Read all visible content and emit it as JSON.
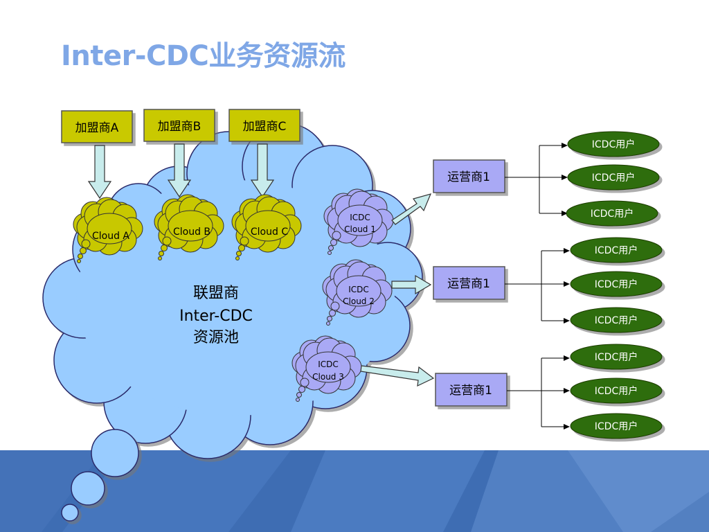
{
  "title": "Inter-CDC业务资源流",
  "colors": {
    "title": "#7fa7e6",
    "franchisee_fill": "#c9c900",
    "small_cloud_yellow": "#c8c800",
    "small_cloud_purple": "#a9a9f5",
    "big_cloud": "#99ccff",
    "operator_fill": "#a9a9f5",
    "user_fill": "#2f6d08",
    "band": "#3e6db3"
  },
  "franchisees": [
    "加盟商A",
    "加盟商B",
    "加盟商C"
  ],
  "franchisee_clouds": [
    "Cloud A",
    "Cloud B",
    "Cloud C"
  ],
  "pool": {
    "line1": "联盟商",
    "line2": "Inter-CDC",
    "line3": "资源池"
  },
  "icdc_clouds": [
    {
      "line1": "ICDC",
      "line2": "Cloud 1"
    },
    {
      "line1": "ICDC",
      "line2": "Cloud 2"
    },
    {
      "line1": "ICDC",
      "line2": "Cloud 3"
    }
  ],
  "operators": [
    "运营商1",
    "运营商1",
    "运营商1"
  ],
  "users": [
    [
      "ICDC用户",
      "ICDC用户",
      "ICDC用户"
    ],
    [
      "ICDC用户",
      "ICDC用户",
      "ICDC用户"
    ],
    [
      "ICDC用户",
      "ICDC用户",
      "ICDC用户"
    ]
  ]
}
